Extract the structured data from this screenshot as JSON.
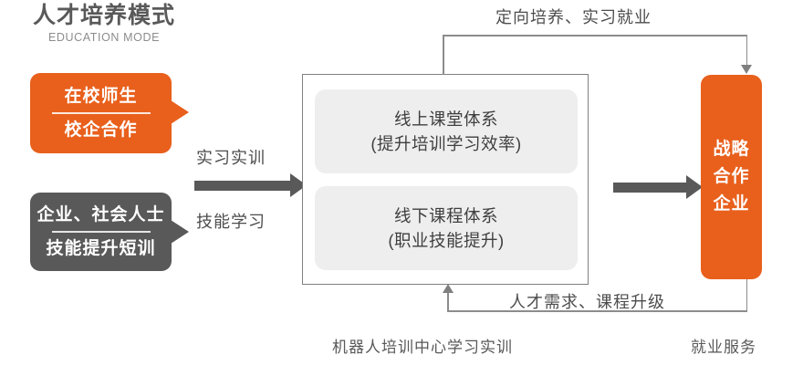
{
  "title": {
    "main": "人才培养模式",
    "sub": "EDUCATION MODE"
  },
  "colors": {
    "orange": "#E8601C",
    "dark_gray": "#595959",
    "light_card": "#EEEEEE",
    "connector": "#8C8C8C"
  },
  "left_inputs": [
    {
      "name": "student",
      "line1": "在校师生",
      "line2": "校企合作",
      "color": "#E8601C"
    },
    {
      "name": "worker",
      "line1": "企业、社会人士",
      "line2": "技能提升短训",
      "color": "#595959"
    }
  ],
  "flow": {
    "in_label_top": "实习实训",
    "in_label_bottom": "技能学习"
  },
  "center": {
    "cards": [
      {
        "line1": "线上课堂体系",
        "line2": "(提升培训学习效率)"
      },
      {
        "line1": "线下课程体系",
        "line2": "(职业技能提升)"
      }
    ]
  },
  "right_box": {
    "lines": [
      "战略",
      "合作",
      "企业"
    ]
  },
  "feedback": {
    "top_label": "定向培养、实习就业",
    "bottom_label": "人才需求、课程升级"
  },
  "captions": {
    "left": "机器人培训中心学习实训",
    "right": "就业服务"
  }
}
